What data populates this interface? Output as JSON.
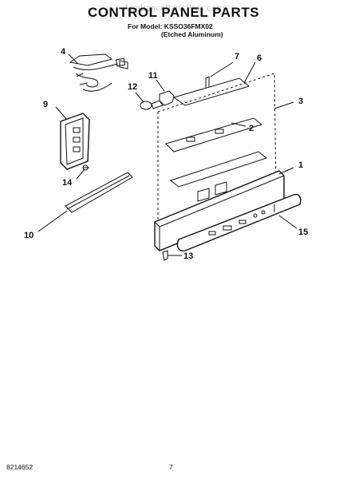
{
  "watermark": "AppliancePartsPros.com",
  "title": "CONTROL PANEL PARTS",
  "model_line": "For Model: KSSO36FMX02",
  "finish_line": "(Etched Aluminum)",
  "callouts": [
    {
      "id": "c1",
      "label": "1"
    },
    {
      "id": "c2",
      "label": "2"
    },
    {
      "id": "c3",
      "label": "3"
    },
    {
      "id": "c4",
      "label": "4"
    },
    {
      "id": "c6",
      "label": "6"
    },
    {
      "id": "c7",
      "label": "7"
    },
    {
      "id": "c9",
      "label": "9"
    },
    {
      "id": "c10",
      "label": "10"
    },
    {
      "id": "c11",
      "label": "11"
    },
    {
      "id": "c12",
      "label": "12"
    },
    {
      "id": "c13",
      "label": "13"
    },
    {
      "id": "c14",
      "label": "14"
    },
    {
      "id": "c15",
      "label": "15"
    }
  ],
  "footer": {
    "doc_number": "8214652",
    "page_number": "7"
  }
}
